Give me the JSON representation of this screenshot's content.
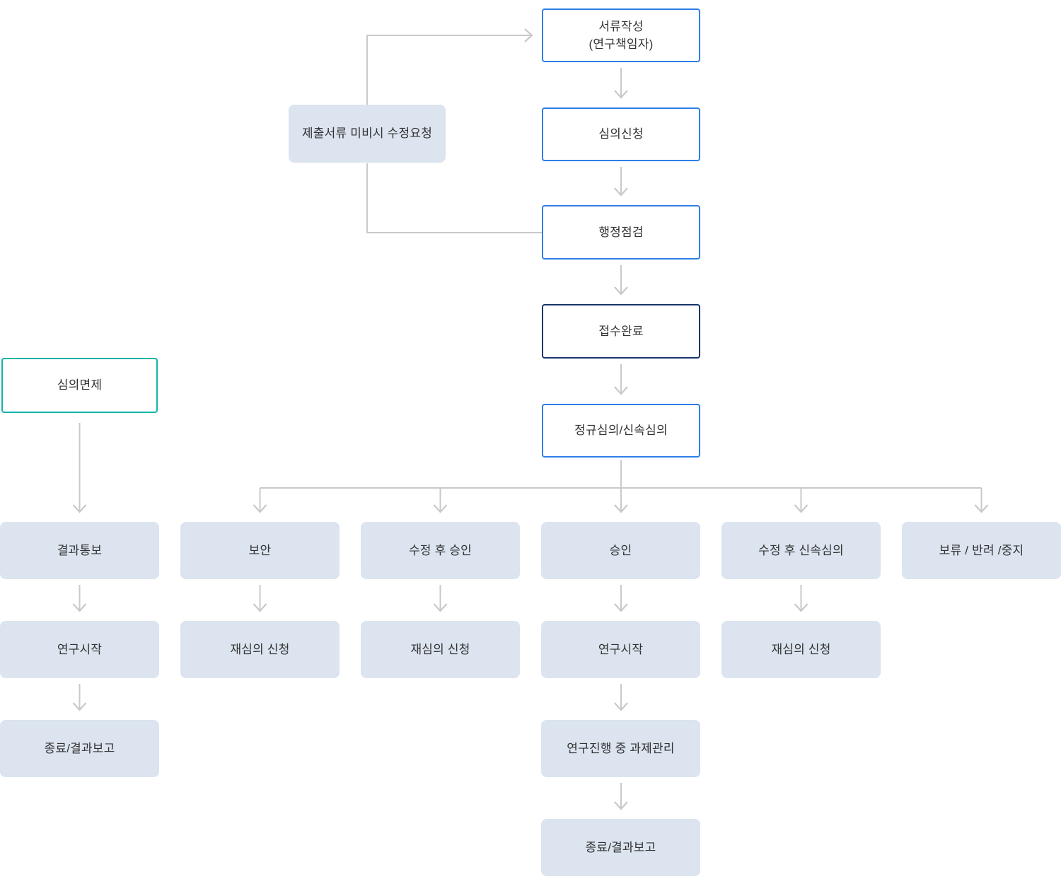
{
  "colors": {
    "accent_blue": "#2e7fe8",
    "accent_navy": "#17356b",
    "accent_teal": "#12b3a8",
    "box_fill": "#dbe4ef",
    "arrow_gray": "#c9c9c9",
    "text_dark": "#333333",
    "background": "#ffffff"
  },
  "nodes": {
    "doc_write": {
      "line1": "서류작성",
      "line2": "(연구책임자)"
    },
    "review_request": "심의신청",
    "admin_check": "행정점검",
    "receipt_complete": "접수완료",
    "review_type": "정규심의/신속심의",
    "fix_request": "제출서류 미비시 수정요청",
    "exemption": "심의면제",
    "result_notice": "결과통보",
    "supplement": "보안",
    "approval_after_revision": "수정 후 승인",
    "approval": "승인",
    "expedited_after_revision": "수정 후 신속심의",
    "hold_reject_stop": "보류 / 반려 /중지",
    "research_start_left": "연구시작",
    "rereview_1": "재심의 신청",
    "rereview_2": "재심의 신청",
    "research_start_center": "연구시작",
    "rereview_3": "재심의 신청",
    "end_report_left": "종료/결과보고",
    "task_management": "연구진행 중 과제관리",
    "end_report_center": "종료/결과보고"
  }
}
